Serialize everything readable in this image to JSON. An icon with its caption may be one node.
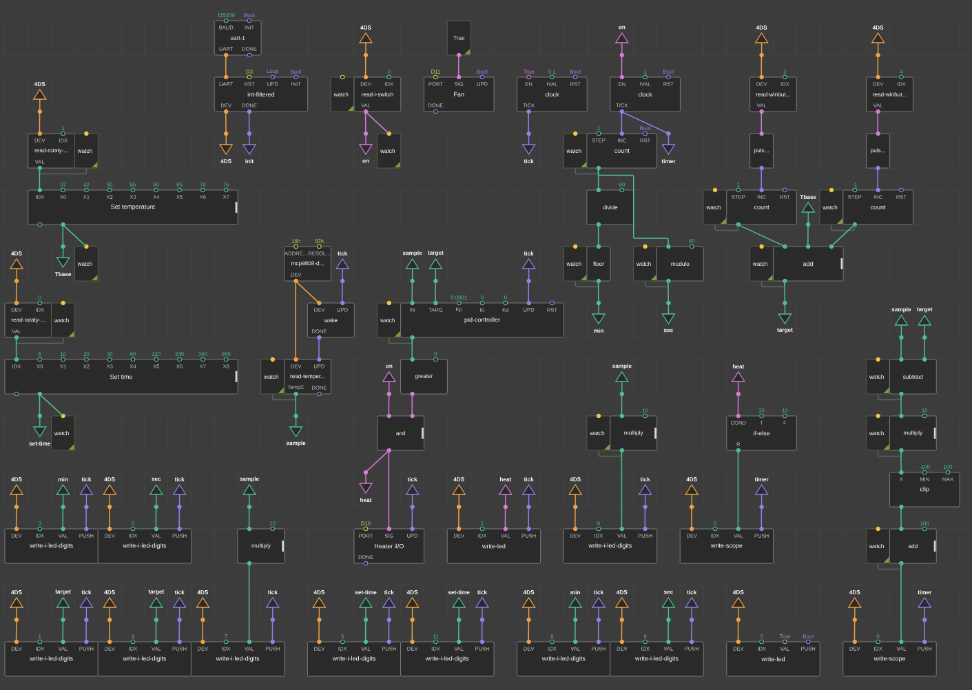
{
  "diagram": {
    "nodes": [
      {
        "text": [
          "BAUD",
          "INIT",
          "uart-1",
          "UART",
          "DONE"
        ],
        "beside": [
          "115200",
          "Boot"
        ]
      },
      {
        "text": [
          "4DS"
        ]
      },
      {
        "text": [
          "True"
        ]
      },
      {
        "text": [
          "on"
        ]
      },
      {
        "text": [
          "4DS"
        ]
      },
      {
        "text": [
          "4DS"
        ]
      },
      {
        "text": [
          "4DS"
        ]
      },
      {
        "text": [
          "UART",
          "RST",
          "UPD",
          "INIT",
          "int-filtered",
          "DEV",
          "DONE"
        ],
        "beside": [
          "D3",
          "Loop",
          "Boot"
        ]
      },
      {
        "text": [
          "watch"
        ]
      },
      {
        "text": [
          "DEV",
          "IDX",
          "read-i-switch",
          "VAL"
        ],
        "beside": [
          "0"
        ]
      },
      {
        "text": [
          "PORT",
          "SIG",
          "UPD",
          "Fan",
          "DONE"
        ],
        "beside": [
          "D11",
          "Boot"
        ]
      },
      {
        "text": [
          "EN",
          "IVAL",
          "RST",
          "clock",
          "TICK"
        ],
        "beside": [
          "True",
          "0.1",
          "Boot"
        ]
      },
      {
        "text": [
          "EN",
          "IVAL",
          "RST",
          "clock",
          "TICK"
        ],
        "beside": [
          "1",
          "Boot"
        ]
      },
      {
        "text": [
          "DEV",
          "IDX",
          "read-winbut...",
          "VAL"
        ],
        "beside": [
          "2"
        ]
      },
      {
        "text": [
          "DEV",
          "IDX",
          "read-winbut...",
          "VAL"
        ],
        "beside": [
          "4"
        ]
      },
      {
        "text": [
          "DEV",
          "IDX",
          "read-rotaty-...",
          "VAL"
        ],
        "beside": [
          "1"
        ]
      },
      {
        "text": [
          "watch"
        ]
      },
      {
        "text": [
          "4DS"
        ]
      },
      {
        "text": [
          "init"
        ]
      },
      {
        "text": [
          "on"
        ]
      },
      {
        "text": [
          "watch"
        ]
      },
      {
        "text": [
          "tick"
        ]
      },
      {
        "text": [
          "watch"
        ]
      },
      {
        "text": [
          "STEP",
          "INC",
          "RST",
          "count"
        ],
        "beside": [
          "1",
          "Boot"
        ]
      },
      {
        "text": [
          "timer"
        ]
      },
      {
        "text": [
          "puls..."
        ]
      },
      {
        "text": [
          "puls..."
        ]
      },
      {
        "text": [
          "IDX",
          "X0",
          "X1",
          "X2",
          "X3",
          "X4",
          "X5",
          "X6",
          "X7",
          "Set temperature"
        ],
        "beside": [
          "37",
          "42",
          "50",
          "55",
          "60",
          "65",
          "70",
          "75"
        ]
      },
      {
        "text": [
          "divide"
        ],
        "beside": [
          "60"
        ]
      },
      {
        "text": [
          "watch"
        ]
      },
      {
        "text": [
          "STEP",
          "INC",
          "RST",
          "count"
        ],
        "beside": [
          "1"
        ]
      },
      {
        "text": [
          "Tbase"
        ]
      },
      {
        "text": [
          "watch"
        ]
      },
      {
        "text": [
          "STEP",
          "INC",
          "RST",
          "count"
        ],
        "beside": [
          "-1"
        ]
      },
      {
        "text": [
          "4DS"
        ]
      },
      {
        "text": [
          "Tbase"
        ]
      },
      {
        "text": [
          "watch"
        ]
      },
      {
        "text": [
          "ADDRE...",
          "RESOL...",
          "mcp9808-d...",
          "DEV"
        ],
        "beside": [
          "18h",
          "02h"
        ]
      },
      {
        "text": [
          "tick"
        ]
      },
      {
        "text": [
          "sample"
        ]
      },
      {
        "text": [
          "target"
        ]
      },
      {
        "text": [
          "tick"
        ]
      },
      {
        "text": [
          "watch"
        ]
      },
      {
        "text": [
          "floor"
        ]
      },
      {
        "text": [
          "watch"
        ]
      },
      {
        "text": [
          "modulo"
        ],
        "beside": [
          "60"
        ]
      },
      {
        "text": [
          "watch"
        ]
      },
      {
        "text": [
          "add"
        ]
      },
      {
        "text": [
          "DEV",
          "IDX",
          "read-rotaty-...",
          "VAL"
        ],
        "beside": [
          "0"
        ]
      },
      {
        "text": [
          "watch"
        ]
      },
      {
        "text": [
          "DEV",
          "UPD",
          "wake",
          "DONE"
        ]
      },
      {
        "text": [
          "watch"
        ]
      },
      {
        "text": [
          "IN",
          "TARG",
          "Kp",
          "Ki",
          "Kd",
          "UPD",
          "RST",
          "pid-controller"
        ],
        "beside": [
          "0.0001",
          "0",
          "0"
        ]
      },
      {
        "text": [
          "min"
        ]
      },
      {
        "text": [
          "sec"
        ]
      },
      {
        "text": [
          "target"
        ]
      },
      {
        "text": [
          "sample"
        ]
      },
      {
        "text": [
          "target"
        ]
      },
      {
        "text": [
          "IDX",
          "X0",
          "X1",
          "X2",
          "X3",
          "X4",
          "X5",
          "X6",
          "X7",
          "X8",
          "Set time"
        ],
        "beside": [
          "5",
          "10",
          "20",
          "30",
          "60",
          "120",
          "240",
          "360",
          "999"
        ]
      },
      {
        "text": [
          "watch"
        ]
      },
      {
        "text": [
          "DEV",
          "UPD",
          "read-temper...",
          "TempC",
          "DONE"
        ]
      },
      {
        "text": [
          "on"
        ]
      },
      {
        "text": [
          "greater"
        ],
        "beside": [
          "0"
        ]
      },
      {
        "text": [
          "sample"
        ]
      },
      {
        "text": [
          "heat"
        ]
      },
      {
        "text": [
          "watch"
        ]
      },
      {
        "text": [
          "subtract"
        ]
      },
      {
        "text": [
          "set-time"
        ]
      },
      {
        "text": [
          "watch"
        ]
      },
      {
        "text": [
          "sample"
        ]
      },
      {
        "text": [
          "and"
        ]
      },
      {
        "text": [
          "watch"
        ]
      },
      {
        "text": [
          "multiply"
        ],
        "beside": [
          "10"
        ]
      },
      {
        "text": [
          "COND",
          "T",
          "F",
          "if-else",
          "R"
        ],
        "beside": [
          "30",
          "10"
        ]
      },
      {
        "text": [
          "watch"
        ]
      },
      {
        "text": [
          "multiply"
        ],
        "beside": [
          "10"
        ]
      },
      {
        "text": [
          "4DS"
        ]
      },
      {
        "text": [
          "min"
        ]
      },
      {
        "text": [
          "tick"
        ]
      },
      {
        "text": [
          "4DS"
        ]
      },
      {
        "text": [
          "sec"
        ]
      },
      {
        "text": [
          "tick"
        ]
      },
      {
        "text": [
          "sample"
        ]
      },
      {
        "text": [
          "heat"
        ]
      },
      {
        "text": [
          "tick"
        ]
      },
      {
        "text": [
          "4DS"
        ]
      },
      {
        "text": [
          "heat"
        ]
      },
      {
        "text": [
          "tick"
        ]
      },
      {
        "text": [
          "4DS"
        ]
      },
      {
        "text": [
          "tick"
        ]
      },
      {
        "text": [
          "4DS"
        ]
      },
      {
        "text": [
          "timer"
        ]
      },
      {
        "text": [
          "X",
          "MIN",
          "MAX",
          "clip"
        ],
        "beside": [
          "-100",
          "100"
        ]
      },
      {
        "text": [
          "DEV",
          "IDX",
          "VAL",
          "PUSH",
          "write-i-led-digits"
        ],
        "beside": [
          "3"
        ]
      },
      {
        "text": [
          "DEV",
          "IDX",
          "VAL",
          "PUSH",
          "write-i-led-digits"
        ],
        "beside": [
          "2"
        ]
      },
      {
        "text": [
          "multiply"
        ],
        "beside": [
          "10"
        ]
      },
      {
        "text": [
          "PORT",
          "SIG",
          "UPD",
          "Heater il/O",
          "DONE"
        ],
        "beside": [
          "D10"
        ]
      },
      {
        "text": [
          "DEV",
          "IDX",
          "VAL",
          "PUSH",
          "write-led"
        ],
        "beside": [
          "1"
        ]
      },
      {
        "text": [
          "DEV",
          "IDX",
          "VAL",
          "PUSH",
          "write-i-led-digits"
        ],
        "beside": [
          "0"
        ]
      },
      {
        "text": [
          "DEV",
          "IDX",
          "VAL",
          "PUSH",
          "write-scope"
        ],
        "beside": [
          "0"
        ]
      },
      {
        "text": [
          "watch"
        ]
      },
      {
        "text": [
          "add"
        ],
        "beside": [
          "100"
        ]
      },
      {
        "text": [
          "4DS"
        ]
      },
      {
        "text": [
          "target"
        ]
      },
      {
        "text": [
          "tick"
        ]
      },
      {
        "text": [
          "4DS"
        ]
      },
      {
        "text": [
          "target"
        ]
      },
      {
        "text": [
          "tick"
        ]
      },
      {
        "text": [
          "4DS"
        ]
      },
      {
        "text": [
          "tick"
        ]
      },
      {
        "text": [
          "4DS"
        ]
      },
      {
        "text": [
          "set-time"
        ]
      },
      {
        "text": [
          "tick"
        ]
      },
      {
        "text": [
          "4DS"
        ]
      },
      {
        "text": [
          "set-time"
        ]
      },
      {
        "text": [
          "tick"
        ]
      },
      {
        "text": [
          "4DS"
        ]
      },
      {
        "text": [
          "min"
        ]
      },
      {
        "text": [
          "tick"
        ]
      },
      {
        "text": [
          "4DS"
        ]
      },
      {
        "text": [
          "sec"
        ]
      },
      {
        "text": [
          "tick"
        ]
      },
      {
        "text": [
          "4DS"
        ]
      },
      {
        "text": [
          "4DS"
        ]
      },
      {
        "text": [
          "timer"
        ]
      },
      {
        "text": [
          "DEV",
          "IDX",
          "VAL",
          "PUSH",
          "write-i-led-digits"
        ],
        "beside": [
          "1"
        ]
      },
      {
        "text": [
          "DEV",
          "IDX",
          "VAL",
          "PUSH",
          "write-i-led-digits"
        ],
        "beside": [
          "4"
        ]
      },
      {
        "text": [
          "DEV",
          "IDX",
          "VAL",
          "PUSH",
          "write-i-led-digits"
        ],
        "beside": [
          "7"
        ]
      },
      {
        "text": [
          "DEV",
          "IDX",
          "VAL",
          "PUSH",
          "write-i-led-digits"
        ],
        "beside": [
          "5"
        ]
      },
      {
        "text": [
          "DEV",
          "IDX",
          "VAL",
          "PUSH",
          "write-i-led-digits"
        ],
        "beside": [
          "11"
        ]
      },
      {
        "text": [
          "DEV",
          "IDX",
          "VAL",
          "PUSH",
          "write-i-led-digits"
        ],
        "beside": [
          "8"
        ]
      },
      {
        "text": [
          "DEV",
          "IDX",
          "VAL",
          "PUSH",
          "write-i-led-digits"
        ],
        "beside": [
          "9"
        ]
      },
      {
        "text": [
          "DEV",
          "IDX",
          "VAL",
          "PUSH",
          "write-led"
        ],
        "beside": [
          "0",
          "True",
          "Boot"
        ]
      },
      {
        "text": [
          "DEV",
          "IDX",
          "VAL",
          "PUSH",
          "write-scope"
        ],
        "beside": [
          "0"
        ]
      }
    ],
    "edges": [
      {
        "from": 0,
        "to": 7,
        "arrow": "none",
        "color": "#f0a045"
      },
      {
        "from": 1,
        "to": 9,
        "arrow": "none",
        "color": "#f0a045"
      },
      {
        "from": 2,
        "to": 10,
        "arrow": "none",
        "color": "#d67bd8"
      },
      {
        "from": 3,
        "to": 12,
        "arrow": "none",
        "color": "#d67bd8"
      },
      {
        "from": 4,
        "to": 13,
        "arrow": "none",
        "color": "#f0a045"
      },
      {
        "from": 5,
        "to": 14,
        "arrow": "none",
        "color": "#f0a045"
      },
      {
        "from": 6,
        "to": 15,
        "arrow": "none",
        "color": "#f0a045"
      },
      {
        "from": 7,
        "to": 17,
        "arrow": "none",
        "color": "#f0a045"
      },
      {
        "from": 7,
        "to": 18,
        "arrow": "none",
        "color": "#8b84ec"
      },
      {
        "from": 9,
        "to": 19,
        "arrow": "none",
        "color": "#d67bd8"
      },
      {
        "from": 9,
        "to": 20,
        "arrow": "none",
        "color": "#d67bd8"
      },
      {
        "from": 11,
        "to": 21,
        "arrow": "none",
        "color": "#8b84ec"
      },
      {
        "from": 12,
        "to": 23,
        "arrow": "none",
        "color": "#8b84ec"
      },
      {
        "from": 12,
        "to": 24,
        "arrow": "none",
        "color": "#8b84ec"
      },
      {
        "from": 13,
        "to": 25,
        "arrow": "none",
        "color": "#d67bd8"
      },
      {
        "from": 14,
        "to": 26,
        "arrow": "none",
        "color": "#d67bd8"
      },
      {
        "from": 15,
        "to": 16,
        "arrow": "none",
        "color": "#56695c"
      },
      {
        "from": 15,
        "to": 27,
        "arrow": "none"
      },
      {
        "from": 23,
        "to": 22,
        "arrow": "none",
        "color": "#56695c"
      },
      {
        "from": 23,
        "to": 28,
        "arrow": "none"
      },
      {
        "from": 23,
        "to": 45,
        "arrow": "none"
      },
      {
        "from": 25,
        "to": 30,
        "arrow": "none",
        "color": "#8b84ec"
      },
      {
        "from": 26,
        "to": 33,
        "arrow": "none",
        "color": "#8b84ec"
      },
      {
        "from": 27,
        "to": 35,
        "arrow": "none"
      },
      {
        "from": 27,
        "to": 36,
        "arrow": "none"
      },
      {
        "from": 28,
        "to": 43,
        "arrow": "none"
      },
      {
        "from": 30,
        "to": 29,
        "arrow": "none",
        "color": "#56695c"
      },
      {
        "from": 30,
        "to": 47,
        "arrow": "none"
      },
      {
        "from": 31,
        "to": 47,
        "arrow": "none"
      },
      {
        "from": 33,
        "to": 32,
        "arrow": "none",
        "color": "#56695c"
      },
      {
        "from": 33,
        "to": 47,
        "arrow": "none"
      },
      {
        "from": 34,
        "to": 48,
        "arrow": "none",
        "color": "#f0a045"
      },
      {
        "from": 37,
        "to": 50,
        "arrow": "none",
        "color": "#f0a045"
      },
      {
        "from": 37,
        "to": 60,
        "arrow": "none",
        "color": "#f0a045"
      },
      {
        "from": 38,
        "to": 50,
        "arrow": "none",
        "color": "#8b84ec"
      },
      {
        "from": 39,
        "to": 52,
        "arrow": "none"
      },
      {
        "from": 40,
        "to": 52,
        "arrow": "none"
      },
      {
        "from": 41,
        "to": 52,
        "arrow": "none",
        "color": "#8b84ec"
      },
      {
        "from": 43,
        "to": 42,
        "arrow": "none",
        "color": "#56695c"
      },
      {
        "from": 43,
        "to": 53,
        "arrow": "none"
      },
      {
        "from": 45,
        "to": 44,
        "arrow": "none",
        "color": "#56695c"
      },
      {
        "from": 45,
        "to": 54,
        "arrow": "none"
      },
      {
        "from": 47,
        "to": 46,
        "arrow": "none",
        "color": "#56695c"
      },
      {
        "from": 47,
        "to": 55,
        "arrow": "none"
      },
      {
        "from": 48,
        "to": 49,
        "arrow": "none",
        "color": "#56695c"
      },
      {
        "from": 48,
        "to": 58,
        "arrow": "none"
      },
      {
        "from": 50,
        "to": 60,
        "arrow": "none",
        "color": "#8b84ec"
      },
      {
        "from": 52,
        "to": 51,
        "arrow": "none",
        "color": "#56695c"
      },
      {
        "from": 52,
        "to": 62,
        "arrow": "none"
      },
      {
        "from": 56,
        "to": 66,
        "arrow": "none"
      },
      {
        "from": 57,
        "to": 66,
        "arrow": "none"
      },
      {
        "from": 58,
        "to": 67,
        "arrow": "none"
      },
      {
        "from": 58,
        "to": 68,
        "arrow": "none"
      },
      {
        "from": 60,
        "to": 59,
        "arrow": "none",
        "color": "#56695c"
      },
      {
        "from": 60,
        "to": 69,
        "arrow": "none"
      },
      {
        "from": 61,
        "to": 70,
        "arrow": "none",
        "color": "#d67bd8"
      },
      {
        "from": 62,
        "to": 70,
        "arrow": "none",
        "color": "#d67bd8"
      },
      {
        "from": 63,
        "to": 72,
        "arrow": "none"
      },
      {
        "from": 64,
        "to": 73,
        "arrow": "none",
        "color": "#d67bd8"
      },
      {
        "from": 66,
        "to": 65,
        "arrow": "none",
        "color": "#56695c"
      },
      {
        "from": 66,
        "to": 75,
        "arrow": "none"
      },
      {
        "from": 70,
        "to": 83,
        "arrow": "none",
        "color": "#d67bd8"
      },
      {
        "from": 70,
        "to": 96,
        "arrow": "none",
        "color": "#d67bd8"
      },
      {
        "from": 72,
        "to": 71,
        "arrow": "none",
        "color": "#56695c"
      },
      {
        "from": 72,
        "to": 98,
        "arrow": "none"
      },
      {
        "from": 73,
        "to": 99,
        "arrow": "none"
      },
      {
        "from": 75,
        "to": 74,
        "arrow": "none",
        "color": "#56695c"
      },
      {
        "from": 75,
        "to": 92,
        "arrow": "none"
      },
      {
        "from": 76,
        "to": 93,
        "arrow": "none",
        "color": "#f0a045"
      },
      {
        "from": 77,
        "to": 93,
        "arrow": "none"
      },
      {
        "from": 78,
        "to": 93,
        "arrow": "none",
        "color": "#8b84ec"
      },
      {
        "from": 79,
        "to": 94,
        "arrow": "none",
        "color": "#f0a045"
      },
      {
        "from": 80,
        "to": 94,
        "arrow": "none"
      },
      {
        "from": 81,
        "to": 94,
        "arrow": "none",
        "color": "#8b84ec"
      },
      {
        "from": 82,
        "to": 95,
        "arrow": "none"
      },
      {
        "from": 84,
        "to": 96,
        "arrow": "none",
        "color": "#8b84ec"
      },
      {
        "from": 85,
        "to": 97,
        "arrow": "none",
        "color": "#f0a045"
      },
      {
        "from": 86,
        "to": 97,
        "arrow": "none",
        "color": "#d67bd8"
      },
      {
        "from": 87,
        "to": 97,
        "arrow": "none",
        "color": "#8b84ec"
      },
      {
        "from": 88,
        "to": 98,
        "arrow": "none",
        "color": "#f0a045"
      },
      {
        "from": 89,
        "to": 98,
        "arrow": "none",
        "color": "#8b84ec"
      },
      {
        "from": 90,
        "to": 99,
        "arrow": "none",
        "color": "#f0a045"
      },
      {
        "from": 91,
        "to": 99,
        "arrow": "none",
        "color": "#8b84ec"
      },
      {
        "from": 92,
        "to": 101,
        "arrow": "none"
      },
      {
        "from": 101,
        "to": 100,
        "arrow": "none",
        "color": "#56695c"
      },
      {
        "from": 101,
        "to": 133,
        "arrow": "none"
      },
      {
        "from": 95,
        "to": 127,
        "arrow": "none"
      },
      {
        "from": 102,
        "to": 125,
        "arrow": "none",
        "color": "#f0a045"
      },
      {
        "from": 103,
        "to": 125,
        "arrow": "none"
      },
      {
        "from": 104,
        "to": 125,
        "arrow": "none",
        "color": "#8b84ec"
      },
      {
        "from": 105,
        "to": 126,
        "arrow": "none",
        "color": "#f0a045"
      },
      {
        "from": 106,
        "to": 126,
        "arrow": "none"
      },
      {
        "from": 107,
        "to": 126,
        "arrow": "none",
        "color": "#8b84ec"
      },
      {
        "from": 108,
        "to": 127,
        "arrow": "none",
        "color": "#f0a045"
      },
      {
        "from": 109,
        "to": 127,
        "arrow": "none",
        "color": "#8b84ec"
      },
      {
        "from": 110,
        "to": 128,
        "arrow": "none",
        "color": "#f0a045"
      },
      {
        "from": 111,
        "to": 128,
        "arrow": "none"
      },
      {
        "from": 112,
        "to": 128,
        "arrow": "none",
        "color": "#8b84ec"
      },
      {
        "from": 113,
        "to": 129,
        "arrow": "none",
        "color": "#f0a045"
      },
      {
        "from": 114,
        "to": 129,
        "arrow": "none"
      },
      {
        "from": 115,
        "to": 129,
        "arrow": "none",
        "color": "#8b84ec"
      },
      {
        "from": 116,
        "to": 130,
        "arrow": "none",
        "color": "#f0a045"
      },
      {
        "from": 117,
        "to": 130,
        "arrow": "none"
      },
      {
        "from": 118,
        "to": 130,
        "arrow": "none",
        "color": "#8b84ec"
      },
      {
        "from": 119,
        "to": 131,
        "arrow": "none",
        "color": "#f0a045"
      },
      {
        "from": 120,
        "to": 131,
        "arrow": "none"
      },
      {
        "from": 121,
        "to": 131,
        "arrow": "none",
        "color": "#8b84ec"
      },
      {
        "from": 122,
        "to": 132,
        "arrow": "none",
        "color": "#f0a045"
      },
      {
        "from": 123,
        "to": 133,
        "arrow": "none",
        "color": "#f0a045"
      },
      {
        "from": 124,
        "to": 133,
        "arrow": "none",
        "color": "#8b84ec"
      }
    ]
  }
}
